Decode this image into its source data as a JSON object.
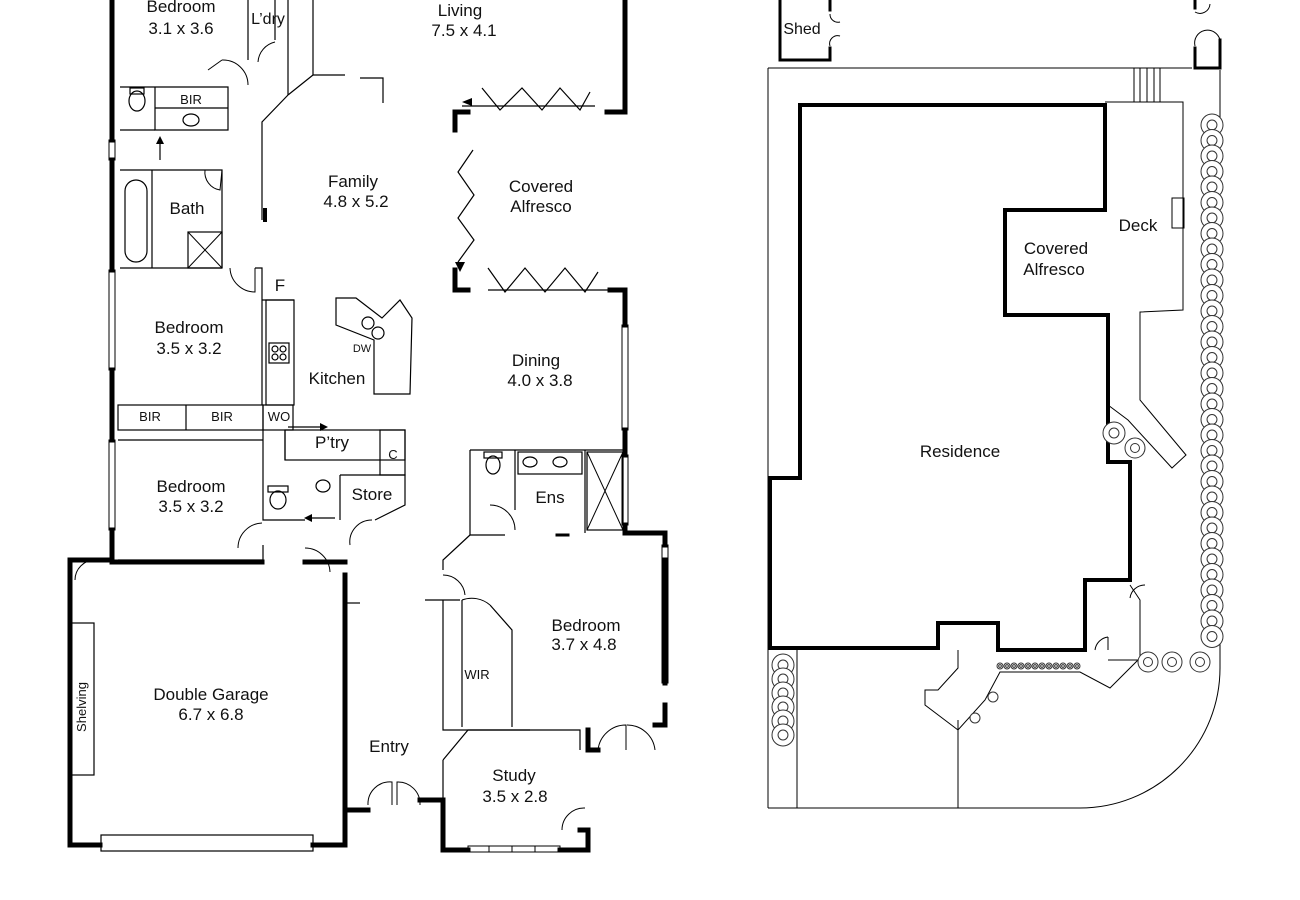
{
  "floor_plan": {
    "rooms": {
      "bedroom_top": {
        "name": "Bedroom",
        "size": "3.1 x 3.6"
      },
      "laundry": {
        "name": "L’dry"
      },
      "living": {
        "name": "Living",
        "size": "7.5 x 4.1"
      },
      "bir_top": {
        "name": "BIR"
      },
      "family": {
        "name": "Family",
        "size": "4.8 x 5.2"
      },
      "bath": {
        "name": "Bath"
      },
      "covered_alfresco": {
        "name": "Covered",
        "name2": "Alfresco"
      },
      "fridge": {
        "name": "F"
      },
      "bedroom_mid": {
        "name": "Bedroom",
        "size": "3.5 x 3.2"
      },
      "dishwasher": {
        "name": "DW"
      },
      "kitchen": {
        "name": "Kitchen"
      },
      "dining": {
        "name": "Dining",
        "size": "4.0 x 3.8"
      },
      "bir_left": {
        "name": "BIR"
      },
      "bir_right": {
        "name": "BIR"
      },
      "wo": {
        "name": "WO"
      },
      "pantry": {
        "name": "P’try"
      },
      "cupboard": {
        "name": "C"
      },
      "bedroom_low": {
        "name": "Bedroom",
        "size": "3.5 x 3.2"
      },
      "store": {
        "name": "Store"
      },
      "ensuite": {
        "name": "Ens"
      },
      "double_garage": {
        "name": "Double Garage",
        "size": "6.7 x 6.8"
      },
      "shelving": {
        "name": "Shelving"
      },
      "master_bedroom": {
        "name": "Bedroom",
        "size": "3.7 x 4.8"
      },
      "wir": {
        "name": "WIR"
      },
      "entry": {
        "name": "Entry"
      },
      "study": {
        "name": "Study",
        "size": "3.5 x 2.8"
      }
    }
  },
  "site_plan": {
    "shed": "Shed",
    "deck": "Deck",
    "covered_alfresco": {
      "line1": "Covered",
      "line2": "Alfresco"
    },
    "residence": "Residence"
  }
}
